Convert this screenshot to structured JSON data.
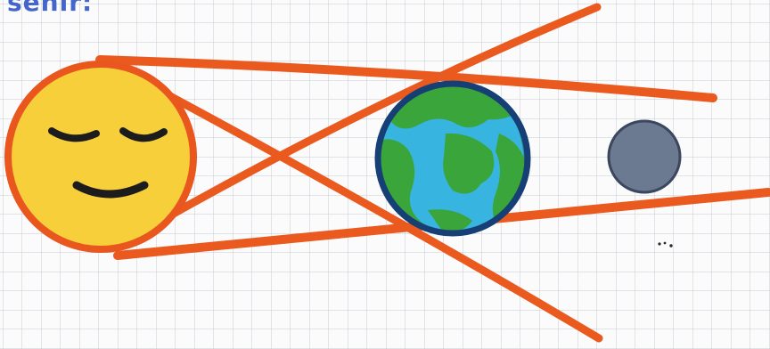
{
  "drawing": {
    "caption": "senir:",
    "paper": {
      "background": "#fbfbfc",
      "grid_color": "#c6cbd2"
    },
    "colors": {
      "caption_ink": "#4466cc",
      "sun_fill": "#f6cf3a",
      "sun_outline": "#e9571f",
      "face_ink": "#1c1c1c",
      "ray_color": "#ea5a1f",
      "earth_ocean": "#38b4e0",
      "earth_land": "#3aa53a",
      "earth_outline": "#163f75",
      "earth_shadow": "#2f5f2f",
      "moon_fill": "#6b7a90",
      "moon_outline": "#3a475e"
    },
    "objects": [
      {
        "name": "sun",
        "icon": "smiling-sun-icon"
      },
      {
        "name": "earth",
        "icon": "earth-globe-icon"
      },
      {
        "name": "moon",
        "icon": "moon-icon"
      }
    ]
  }
}
